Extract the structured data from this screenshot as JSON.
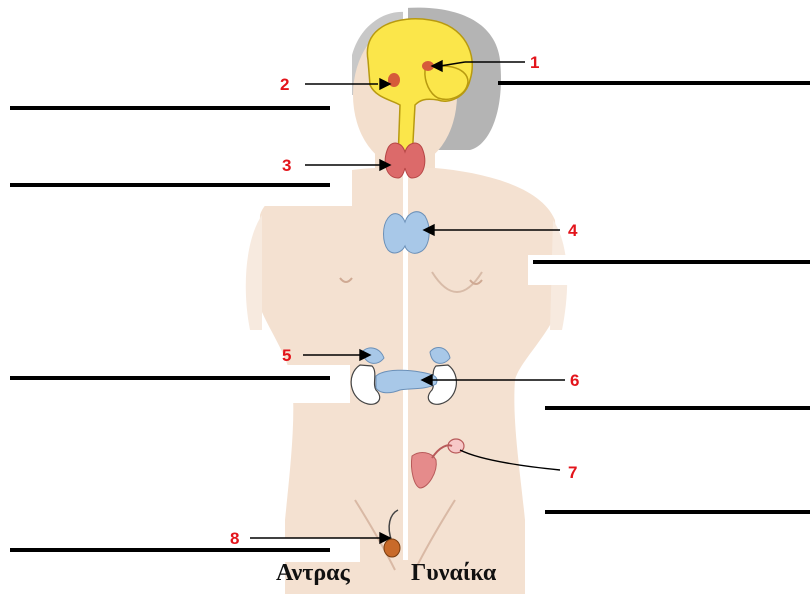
{
  "markers": [
    "1",
    "2",
    "3",
    "4",
    "5",
    "6",
    "7",
    "8"
  ],
  "labels": {
    "male": "Αντρας",
    "female": "Γυναίκα"
  },
  "colors": {
    "skin": "#f4e1d1",
    "hair": "#a8a8a8",
    "brain": "#fbe64a",
    "gland_red": "#d9534f",
    "gland_blue": "#a8c8e8",
    "marker_red": "#e3141b",
    "line": "#000000"
  }
}
